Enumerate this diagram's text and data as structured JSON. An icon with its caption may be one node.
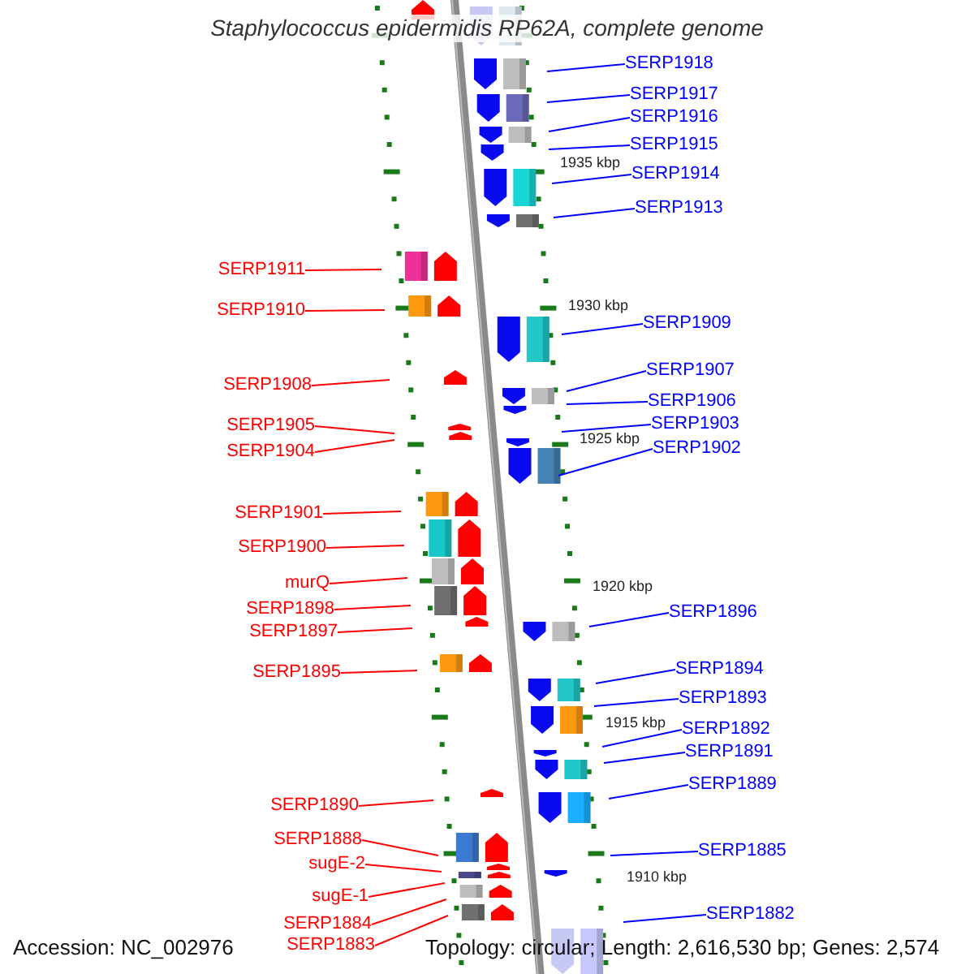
{
  "diagram": {
    "title": "Staphylococcus epidermidis RP62A, complete genome",
    "nodes": [
      {
        "text": [
          "SERP1918"
        ]
      },
      {
        "text": [
          "SERP1917"
        ]
      },
      {
        "text": [
          "SERP1916"
        ]
      },
      {
        "text": [
          "SERP1915"
        ]
      },
      {
        "text": [
          "SERP1914"
        ]
      },
      {
        "text": [
          "SERP1913"
        ]
      },
      {
        "text": [
          "SERP1911"
        ]
      },
      {
        "text": [
          "SERP1910"
        ]
      },
      {
        "text": [
          "SERP1909"
        ]
      },
      {
        "text": [
          "SERP1907"
        ]
      },
      {
        "text": [
          "SERP1908"
        ]
      },
      {
        "text": [
          "SERP1906"
        ]
      },
      {
        "text": [
          "SERP1903"
        ]
      },
      {
        "text": [
          "SERP1905"
        ]
      },
      {
        "text": [
          "SERP1902"
        ]
      },
      {
        "text": [
          "SERP1904"
        ]
      },
      {
        "text": [
          "SERP1901"
        ]
      },
      {
        "text": [
          "SERP1900"
        ]
      },
      {
        "text": [
          "murQ"
        ]
      },
      {
        "text": [
          "SERP1898"
        ]
      },
      {
        "text": [
          "SERP1896"
        ]
      },
      {
        "text": [
          "SERP1897"
        ]
      },
      {
        "text": [
          "SERP1894"
        ]
      },
      {
        "text": [
          "SERP1895"
        ]
      },
      {
        "text": [
          "SERP1893"
        ]
      },
      {
        "text": [
          "SERP1892"
        ]
      },
      {
        "text": [
          "SERP1891"
        ]
      },
      {
        "text": [
          "SERP1889"
        ]
      },
      {
        "text": [
          "SERP1890"
        ]
      },
      {
        "text": [
          "SERP1888"
        ]
      },
      {
        "text": [
          "SERP1885"
        ]
      },
      {
        "text": [
          "sugE-2"
        ]
      },
      {
        "text": [
          "sugE-1"
        ]
      },
      {
        "text": [
          "SERP1882"
        ]
      },
      {
        "text": [
          "SERP1884"
        ]
      },
      {
        "text": [
          "SERP1883"
        ]
      }
    ],
    "edges": [
      {
        "from": 0,
        "to": null,
        "arrow": "none"
      },
      {
        "from": 1,
        "to": null,
        "arrow": "none"
      },
      {
        "from": 2,
        "to": null,
        "arrow": "none"
      },
      {
        "from": 3,
        "to": null,
        "arrow": "none"
      },
      {
        "from": 4,
        "to": null,
        "arrow": "none"
      },
      {
        "from": 5,
        "to": null,
        "arrow": "none"
      },
      {
        "from": 6,
        "to": null,
        "arrow": "none",
        "color": "#ff0000"
      },
      {
        "from": 7,
        "to": null,
        "arrow": "none",
        "color": "#ff0000"
      },
      {
        "from": 8,
        "to": null,
        "arrow": "none"
      },
      {
        "from": 9,
        "to": null,
        "arrow": "none"
      },
      {
        "from": 10,
        "to": null,
        "arrow": "none",
        "color": "#ff0000"
      },
      {
        "from": 11,
        "to": null,
        "arrow": "none"
      },
      {
        "from": 12,
        "to": null,
        "arrow": "none"
      },
      {
        "from": 13,
        "to": null,
        "arrow": "none",
        "color": "#ff0000"
      },
      {
        "from": 14,
        "to": null,
        "arrow": "none"
      },
      {
        "from": 15,
        "to": null,
        "arrow": "none",
        "color": "#ff0000"
      },
      {
        "from": 16,
        "to": null,
        "arrow": "none",
        "color": "#ff0000"
      },
      {
        "from": 17,
        "to": null,
        "arrow": "none",
        "color": "#ff0000"
      },
      {
        "from": 18,
        "to": null,
        "arrow": "none",
        "color": "#ff0000"
      },
      {
        "from": 19,
        "to": null,
        "arrow": "none",
        "color": "#ff0000"
      },
      {
        "from": 20,
        "to": null,
        "arrow": "none"
      },
      {
        "from": 21,
        "to": null,
        "arrow": "none",
        "color": "#ff0000"
      },
      {
        "from": 22,
        "to": null,
        "arrow": "none"
      },
      {
        "from": 23,
        "to": null,
        "arrow": "none",
        "color": "#ff0000"
      },
      {
        "from": 24,
        "to": null,
        "arrow": "none"
      },
      {
        "from": 25,
        "to": null,
        "arrow": "none"
      },
      {
        "from": 26,
        "to": null,
        "arrow": "none"
      },
      {
        "from": 27,
        "to": null,
        "arrow": "none"
      },
      {
        "from": 28,
        "to": null,
        "arrow": "none",
        "color": "#ff0000"
      },
      {
        "from": 29,
        "to": null,
        "arrow": "none",
        "color": "#ff0000"
      },
      {
        "from": 30,
        "to": null,
        "arrow": "none"
      },
      {
        "from": 31,
        "to": null,
        "arrow": "none",
        "color": "#ff0000"
      },
      {
        "from": 32,
        "to": null,
        "arrow": "none",
        "color": "#ff0000"
      },
      {
        "from": 33,
        "to": null,
        "arrow": "none"
      },
      {
        "from": 34,
        "to": null,
        "arrow": "none",
        "color": "#ff0000"
      },
      {
        "from": 35,
        "to": null,
        "arrow": "none",
        "color": "#ff0000"
      }
    ],
    "labels": [
      "1935 kbp",
      "1930 kbp",
      "1925 kbp",
      "1920 kbp",
      "1915 kbp",
      "1910 kbp",
      "Accession: NC_002976",
      "Topology: circular; Length: 2,616,530 bp; Genes: 2,574"
    ]
  }
}
